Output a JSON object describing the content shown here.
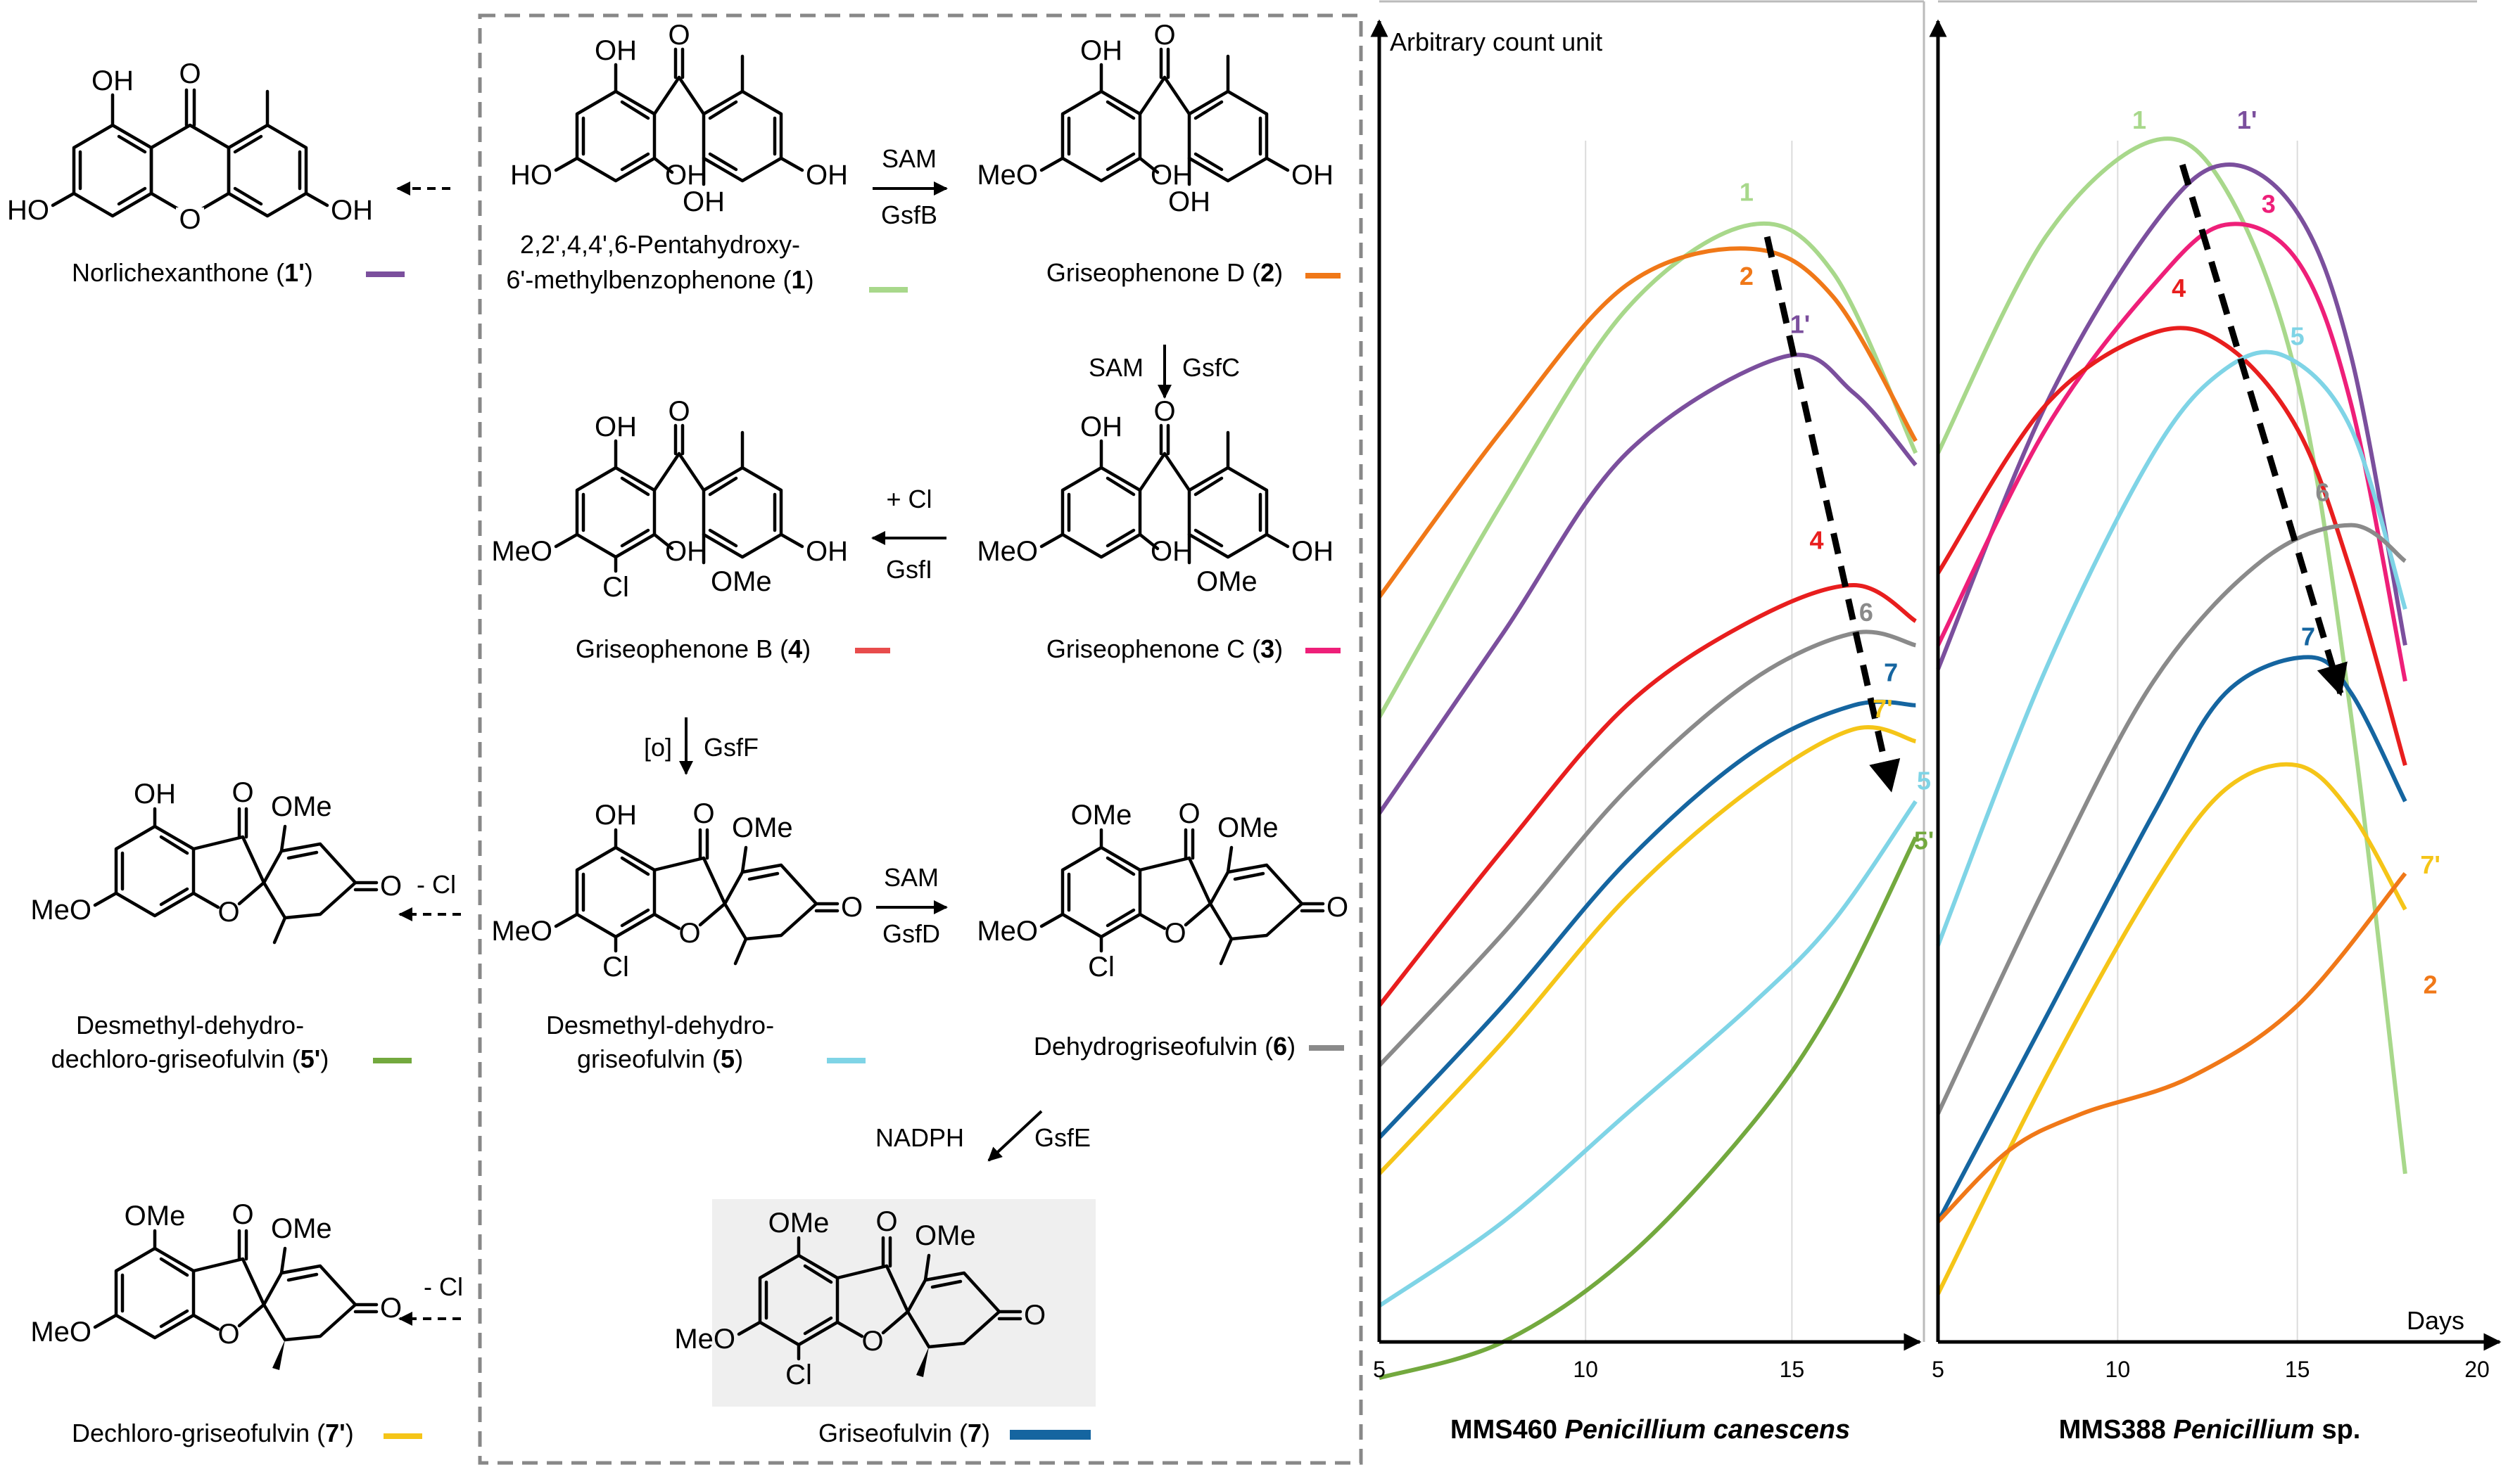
{
  "reactions": {
    "step_gsfB": {
      "top": "SAM",
      "bottom": "GsfB"
    },
    "step_gsfC": {
      "left": "SAM",
      "right": "GsfC"
    },
    "step_gsfI": {
      "top": "+ Cl",
      "bottom": "GsfI"
    },
    "step_gsfF": {
      "left": "[o]",
      "right": "GsfF"
    },
    "step_gsfD": {
      "top": "SAM",
      "bottom": "GsfD"
    },
    "step_gsfE": {
      "left": "NADPH",
      "right": "GsfE"
    },
    "dechlorination_a": "- Cl",
    "dechlorination_b": "- Cl"
  },
  "compounds": {
    "c1": {
      "line1": "2,2',4,4',6-Pentahydroxy-",
      "line2": "6'-methylbenzophenone (",
      "num": "1",
      "close": ")",
      "color": "#a8d88b"
    },
    "c2": {
      "name": "Griseophenone D (",
      "num": "2",
      "close": ")",
      "color": "#f07818"
    },
    "c3": {
      "name": "Griseophenone C (",
      "num": "3",
      "close": ")",
      "color": "#ee1f79"
    },
    "c4": {
      "name": "Griseophenone B (",
      "num": "4",
      "close": ")",
      "color": "#e84c4c"
    },
    "c5": {
      "line1": "Desmethyl-dehydro-",
      "line2": "griseofulvin (",
      "num": "5",
      "close": ")",
      "color": "#7fd4e6"
    },
    "c6": {
      "name": "Dehydrogriseofulvin (",
      "num": "6",
      "close": ")",
      "color": "#8a8a8a"
    },
    "c7": {
      "name": "Griseofulvin (",
      "num": "7",
      "close": ")",
      "color": "#1565a0"
    },
    "c1p": {
      "name": "Norlichexanthone (",
      "num": "1'",
      "close": ")",
      "color": "#7b4f9d"
    },
    "c5p": {
      "line1": "Desmethyl-dehydro-",
      "line2": "dechloro-griseofulvin (",
      "num": "5'",
      "close": ")",
      "color": "#73a93e"
    },
    "c7p": {
      "name": "Dechloro-griseofulvin (",
      "num": "7'",
      "close": ")",
      "color": "#f5c518"
    }
  },
  "atoms": {
    "OH": "OH",
    "HO": "HO",
    "MeO": "MeO",
    "OMe": "OMe",
    "O": "O",
    "Cl": "Cl"
  },
  "chart_data": [
    {
      "type": "line",
      "title": "MMS460 Penicillium canescens",
      "title_prefix": "MMS460 ",
      "title_italic": "Penicillium canescens",
      "xlabel": "",
      "ylabel": "Arbitrary count unit",
      "xlim": [
        5,
        18.2
      ],
      "ylim": [
        0,
        100
      ],
      "xticks": [
        5,
        10,
        15
      ],
      "grid": "vertical",
      "series": [
        {
          "name": "1",
          "color": "#a8d88b",
          "width": 6,
          "x": [
            5,
            8,
            11,
            14,
            16,
            18
          ],
          "y": [
            52,
            70,
            86,
            93,
            89,
            74
          ]
        },
        {
          "name": "2",
          "color": "#f07818",
          "width": 6,
          "x": [
            5,
            8,
            11,
            14,
            16,
            18
          ],
          "y": [
            62,
            76,
            88,
            91,
            87,
            75
          ]
        },
        {
          "name": "1'",
          "color": "#7b4f9d",
          "width": 6,
          "x": [
            5,
            8,
            11,
            14.8,
            16.5,
            18
          ],
          "y": [
            44,
            59,
            74,
            82,
            79,
            73
          ]
        },
        {
          "name": "4",
          "color": "#e81e1e",
          "width": 6,
          "x": [
            5,
            8,
            11,
            14,
            16.5,
            18
          ],
          "y": [
            28,
            41,
            53,
            60,
            63,
            60
          ]
        },
        {
          "name": "6",
          "color": "#8a8a8a",
          "width": 6,
          "x": [
            5,
            8,
            11,
            14,
            16.5,
            18
          ],
          "y": [
            23,
            34,
            46,
            55,
            59,
            58
          ]
        },
        {
          "name": "7",
          "color": "#1565a0",
          "width": 12,
          "x": [
            5,
            8,
            11,
            14,
            16.5,
            18
          ],
          "y": [
            17,
            28,
            40,
            49,
            53,
            53
          ]
        },
        {
          "name": "7'",
          "color": "#f5c518",
          "width": 6,
          "x": [
            5,
            8,
            11,
            14,
            16.5,
            18
          ],
          "y": [
            14,
            25,
            37,
            46,
            51,
            50
          ]
        },
        {
          "name": "5",
          "color": "#7fd4e6",
          "width": 6,
          "x": [
            5,
            8,
            11,
            14,
            16,
            18
          ],
          "y": [
            3,
            10,
            19,
            28,
            35,
            45
          ]
        },
        {
          "name": "5'",
          "color": "#73a93e",
          "width": 6,
          "x": [
            5,
            8,
            11,
            14,
            16,
            18
          ],
          "y": [
            -3,
            0,
            7,
            18,
            28,
            42
          ]
        }
      ],
      "labels": [
        {
          "text": "1",
          "color": "#a8d88b",
          "x": 13.9,
          "y": 95
        },
        {
          "text": "2",
          "color": "#f07818",
          "x": 13.9,
          "y": 88
        },
        {
          "text": "1'",
          "color": "#7b4f9d",
          "x": 15.2,
          "y": 84
        },
        {
          "text": "4",
          "color": "#e81e1e",
          "x": 15.6,
          "y": 66
        },
        {
          "text": "6",
          "color": "#8a8a8a",
          "x": 16.8,
          "y": 60
        },
        {
          "text": "7",
          "color": "#1565a0",
          "x": 17.4,
          "y": 55
        },
        {
          "text": "7'",
          "color": "#f5c518",
          "x": 17.2,
          "y": 52
        },
        {
          "text": "5",
          "color": "#7fd4e6",
          "x": 18.2,
          "y": 46
        },
        {
          "text": "5'",
          "color": "#73a93e",
          "x": 18.2,
          "y": 41
        }
      ],
      "trend_arrow": {
        "from": [
          14.4,
          92
        ],
        "to": [
          17.4,
          46
        ]
      }
    },
    {
      "type": "line",
      "title": "MMS388 Penicillium sp.",
      "title_prefix": "MMS388 ",
      "title_italic": "Penicillium",
      "title_suffix": " sp.",
      "xlabel": "Days",
      "ylabel": "",
      "xlim": [
        5,
        20
      ],
      "ylim": [
        0,
        100
      ],
      "xticks": [
        5,
        10,
        15,
        20
      ],
      "grid": "vertical",
      "series": [
        {
          "name": "1",
          "color": "#a8d88b",
          "width": 6,
          "x": [
            5,
            8,
            11,
            13,
            15,
            16.5,
            18
          ],
          "y": [
            74,
            92,
            100,
            96,
            80,
            52,
            14
          ]
        },
        {
          "name": "1'",
          "color": "#7b4f9d",
          "width": 6,
          "x": [
            5,
            8,
            11,
            13,
            15,
            16.5,
            18
          ],
          "y": [
            56,
            78,
            93,
            98,
            94,
            82,
            58
          ]
        },
        {
          "name": "3",
          "color": "#ee1f79",
          "width": 6,
          "x": [
            5,
            8,
            11,
            13,
            15,
            16.5,
            18
          ],
          "y": [
            58,
            76,
            88,
            93,
            90,
            78,
            55
          ]
        },
        {
          "name": "4",
          "color": "#e81e1e",
          "width": 6,
          "x": [
            5,
            8,
            11,
            13,
            15,
            16.5,
            18
          ],
          "y": [
            64,
            78,
            84,
            83,
            76,
            64,
            48
          ]
        },
        {
          "name": "5",
          "color": "#7fd4e6",
          "width": 6,
          "x": [
            5,
            8,
            11,
            13,
            14.7,
            16.5,
            18
          ],
          "y": [
            33,
            56,
            74,
            81,
            82,
            76,
            61
          ]
        },
        {
          "name": "6",
          "color": "#8a8a8a",
          "width": 6,
          "x": [
            5,
            8,
            11,
            14,
            16.5,
            18
          ],
          "y": [
            19,
            38,
            55,
            65,
            68,
            65
          ]
        },
        {
          "name": "7",
          "color": "#1565a0",
          "width": 12,
          "x": [
            5,
            8,
            11,
            13,
            15.3,
            16.5,
            18
          ],
          "y": [
            10,
            27,
            44,
            54,
            57,
            54,
            45
          ]
        },
        {
          "name": "7'",
          "color": "#f5c518",
          "width": 6,
          "x": [
            5,
            8,
            11,
            13,
            15,
            16.5,
            18
          ],
          "y": [
            4,
            22,
            38,
            46,
            48,
            44,
            36
          ]
        },
        {
          "name": "2",
          "color": "#f07818",
          "width": 6,
          "x": [
            5,
            7,
            9,
            12,
            15,
            18
          ],
          "y": [
            10,
            16,
            19,
            22,
            28,
            39
          ]
        }
      ],
      "labels": [
        {
          "text": "1",
          "color": "#a8d88b",
          "x": 10.6,
          "y": 101
        },
        {
          "text": "1'",
          "color": "#7b4f9d",
          "x": 13.6,
          "y": 101
        },
        {
          "text": "3",
          "color": "#ee1f79",
          "x": 14.2,
          "y": 94
        },
        {
          "text": "4",
          "color": "#e81e1e",
          "x": 11.7,
          "y": 87
        },
        {
          "text": "5",
          "color": "#7fd4e6",
          "x": 15.0,
          "y": 83
        },
        {
          "text": "6",
          "color": "#8a8a8a",
          "x": 15.7,
          "y": 70
        },
        {
          "text": "7",
          "color": "#1565a0",
          "x": 15.3,
          "y": 58
        },
        {
          "text": "7'",
          "color": "#f5c518",
          "x": 18.7,
          "y": 39
        },
        {
          "text": "2",
          "color": "#f07818",
          "x": 18.7,
          "y": 29
        }
      ],
      "trend_arrow": {
        "from": [
          11.8,
          98
        ],
        "to": [
          16.2,
          54
        ]
      }
    }
  ]
}
